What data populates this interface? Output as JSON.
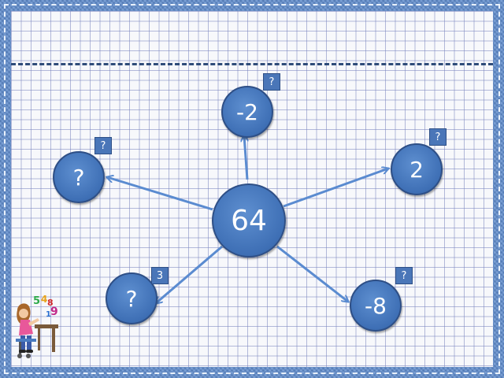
{
  "center": {
    "value": "64"
  },
  "nodes": {
    "top": {
      "value": "-2",
      "badge": "?"
    },
    "right": {
      "value": "2",
      "badge": "?"
    },
    "left": {
      "value": "?",
      "badge": "?"
    },
    "bottom_left": {
      "value": "?",
      "badge": "3"
    },
    "bottom_right": {
      "value": "-8",
      "badge": "?"
    }
  },
  "decoration": {
    "mascot_icon": "student-at-desk-with-numbers-icon"
  },
  "colors": {
    "node": "#4a7bc0",
    "arrow": "#5a8bd0",
    "frame": "#5f8ccc",
    "grid": "#8790c8"
  }
}
